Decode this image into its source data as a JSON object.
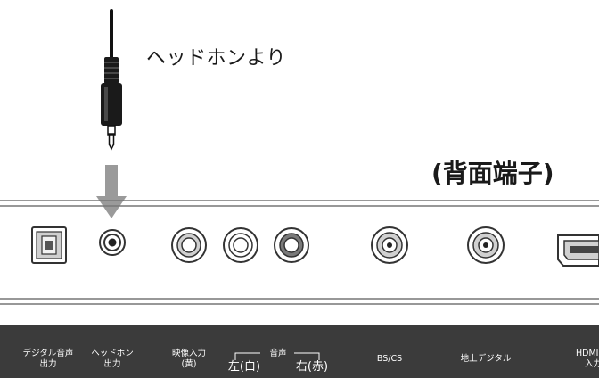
{
  "diagram": {
    "cable_label": "ヘッドホンより",
    "rear_title": "(背面端子)",
    "colors": {
      "panel_line": "#777777",
      "arrow": "#9a9a9a",
      "label_bar": "#3b3b3b",
      "label_text": "#ffffff",
      "port_ring": "#555555",
      "port_fill": "#d0d0d0"
    },
    "labels": {
      "optical_line1": "デジタル音声",
      "optical_line2": "出力",
      "headphone_line1": "ヘッドホン",
      "headphone_line2": "出力",
      "video_line1": "映像入力",
      "video_line2": "(黄)",
      "audio_header": "音声",
      "audio_left": "左(白)",
      "audio_right": "右(赤)",
      "bs_cs": "BS/CS",
      "terrestrial": "地上デジタル",
      "hdmi_line1": "HDMI",
      "hdmi_line2": "入力"
    }
  }
}
